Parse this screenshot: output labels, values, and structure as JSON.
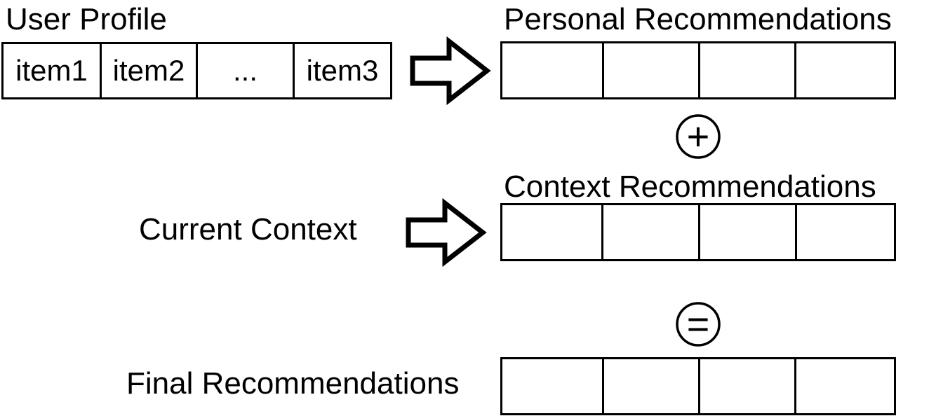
{
  "user_profile": {
    "label": "User Profile",
    "items": [
      "item1",
      "item2",
      "...",
      "item3"
    ]
  },
  "personal": {
    "label": "Personal Recommendations",
    "slot_count": 4
  },
  "context": {
    "input_label": "Current Context",
    "label": "Context Recommendations",
    "slot_count": 4
  },
  "final": {
    "label": "Final Recommendations",
    "slot_count": 4
  },
  "operators": {
    "plus": "+",
    "equals": "="
  }
}
